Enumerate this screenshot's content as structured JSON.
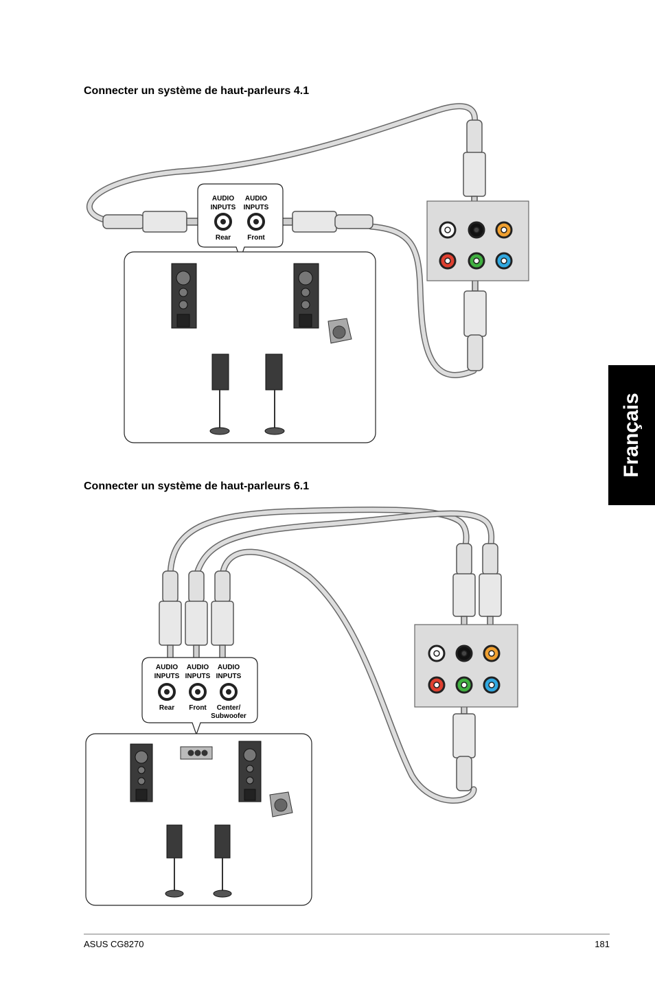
{
  "section1": {
    "title": "Connecter un système de haut-parleurs 4.1",
    "inputs": [
      {
        "top": "AUDIO",
        "bottom": "INPUTS",
        "name": "Rear"
      },
      {
        "top": "AUDIO",
        "bottom": "INPUTS",
        "name": "Front"
      }
    ]
  },
  "section2": {
    "title": "Connecter un système de haut-parleurs 6.1",
    "inputs": [
      {
        "top": "AUDIO",
        "bottom": "INPUTS",
        "name": "Rear"
      },
      {
        "top": "AUDIO",
        "bottom": "INPUTS",
        "name": "Front"
      },
      {
        "top": "AUDIO",
        "bottom": "INPUTS",
        "name": "Center/",
        "name2": "Subwoofer"
      }
    ]
  },
  "side_tab": {
    "label": "Français"
  },
  "footer": {
    "product": "ASUS CG8270",
    "page": "181"
  },
  "colors": {
    "jack_white": "#ffffff",
    "jack_black": "#111111",
    "jack_orange": "#f0a030",
    "jack_red": "#e04030",
    "jack_green": "#40b040",
    "jack_blue": "#30a8e0",
    "panel": "#dcdcdc",
    "cable": "#cccccc"
  }
}
